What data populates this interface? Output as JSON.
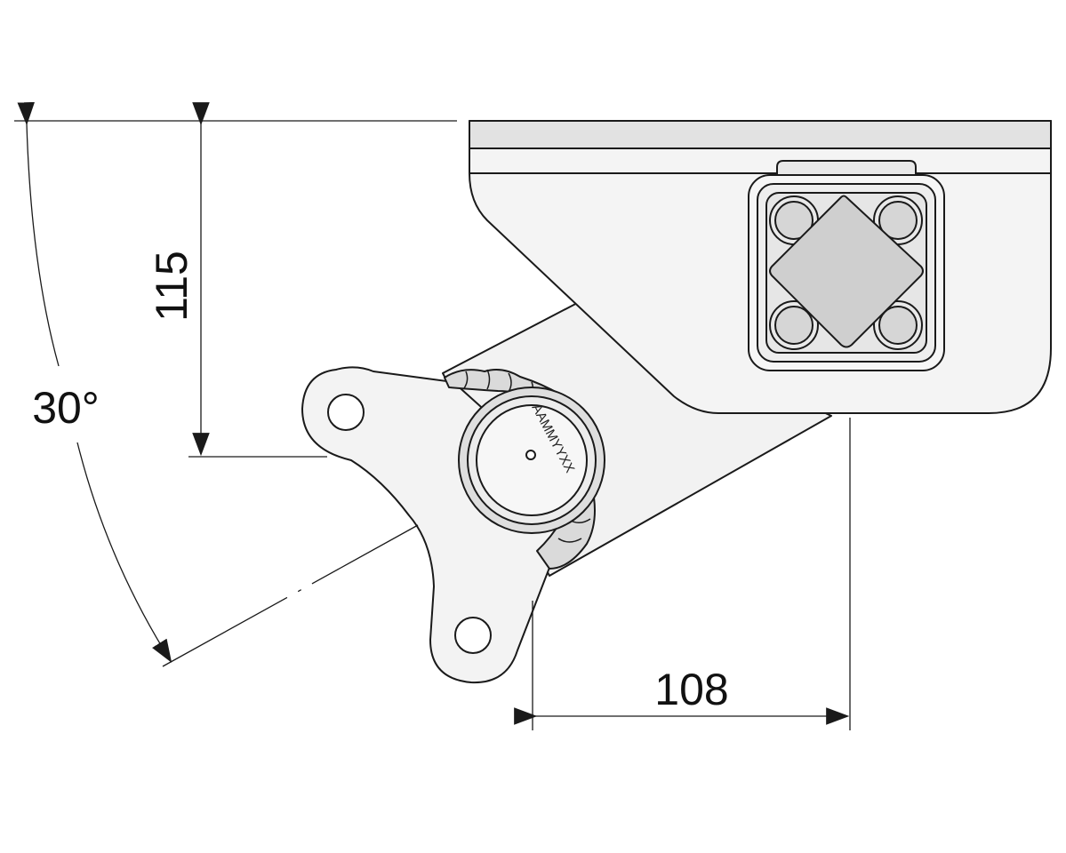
{
  "dimensions": {
    "height": {
      "value": "115"
    },
    "width": {
      "value": "108"
    },
    "angle": {
      "value": "30°"
    }
  },
  "marking": {
    "text": "AAMMYYXX"
  },
  "colors": {
    "line": "#1a1a1a",
    "part_fill": "#ededed",
    "part_fill_light": "#f4f4f4",
    "pad_fill": "#cfcfcf",
    "weld_fill": "#dadada"
  }
}
